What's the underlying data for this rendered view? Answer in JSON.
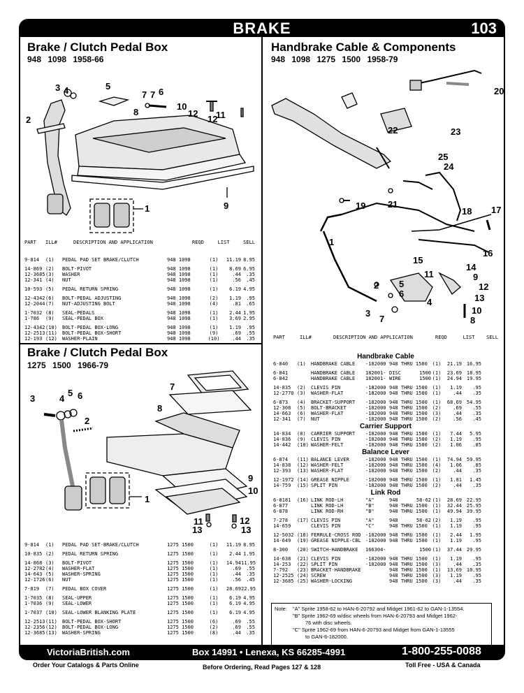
{
  "header": {
    "title": "BRAKE",
    "page_number": "103"
  },
  "sec1": {
    "title": "Brake / Clutch Pedal Box",
    "subtitle": "948  1098    1958-66",
    "callouts": [
      "1",
      "2",
      "3",
      "4",
      "5",
      "6",
      "7",
      "7",
      "8",
      "9",
      "10",
      "11",
      "12",
      "12"
    ],
    "columns": [
      "PART",
      "ILL#",
      "DESCRIPTION AND APPLICATION",
      "REQD",
      "LIST",
      "SELL"
    ],
    "rows": [
      [
        "9-814",
        "(1)",
        "PEDAL PAD SET BRAKE/CLUTCH",
        "948 1098",
        "(1)",
        "11.19",
        "8.95"
      ],
      null,
      [
        "14-869",
        "(2)",
        "BOLT-PIVOT",
        "948 1098",
        "(1)",
        "8.69",
        "6.95"
      ],
      [
        "12-3685",
        "(3)",
        "WASHER",
        "948 1098",
        "(1)",
        ".44",
        ".35"
      ],
      [
        "12-341",
        "(4)",
        "NUT",
        "948 1098",
        "(1)",
        ".56",
        ".45"
      ],
      null,
      [
        "10-593",
        "(5)",
        "PEDAL RETURN SPRING",
        "948 1098",
        "(1)",
        "6.19",
        "4.95"
      ],
      null,
      [
        "12-4342",
        "(6)",
        "BOLT-PEDAL ADJUSTING",
        "948 1098",
        "(2)",
        "1.19",
        ".95"
      ],
      [
        "12-2044",
        "(7)",
        "NUT-ADJUSTING BOLT",
        "948 1098",
        "(4)",
        ".81",
        ".65"
      ],
      null,
      [
        "1-7032",
        "(8)",
        "SEAL-PEDALS",
        "948 1098",
        "(1)",
        "2.44",
        "1.95"
      ],
      [
        "1-786",
        "(9)",
        "SEAL-PEDAL BOX",
        "948 1098",
        "(1)",
        "3.69",
        "2.95"
      ],
      null,
      [
        "12-4342",
        "(10)",
        "BOLT-PEDAL BOX-LONG",
        "948 1098",
        "(1)",
        "1.19",
        ".95"
      ],
      [
        "12-2513",
        "(11)",
        "BOLT-PEDAL BOX-SHORT",
        "948 1098",
        "(9)",
        ".69",
        ".55"
      ],
      [
        "12-193",
        "(12)",
        "WASHER-PLAIN",
        "948 1098",
        "(10)",
        ".44",
        ".35"
      ]
    ]
  },
  "sec2": {
    "title": "Brake / Clutch Pedal Box",
    "subtitle": "1275  1500    1966-79",
    "callouts": [
      "1",
      "2",
      "3",
      "4",
      "5",
      "6",
      "7",
      "8",
      "9",
      "10",
      "11",
      "12",
      "13",
      "13"
    ],
    "rows": [
      [
        "9-814",
        "(1)",
        "PEDAL PAD SET-BRAKE/CLUTCH",
        "1275 1500",
        "(1)",
        "11.19",
        "8.95"
      ],
      null,
      [
        "10-835",
        "(2)",
        "PEDAL RETURN SPRING",
        "1275 1500",
        "(1)",
        "2.44",
        "1.95"
      ],
      null,
      [
        "14-868",
        "(3)",
        "BOLT-PIVOT",
        "1275 1500",
        "(1)",
        "14.94",
        "11.95"
      ],
      [
        "12-2782",
        "(4)",
        "WASHER-FLAT",
        "1275 1500",
        "(1)",
        ".69",
        ".55"
      ],
      [
        "14-643",
        "(5)",
        "WASHER-SPRING",
        "1275 1500",
        "(1)",
        ".44",
        ".35"
      ],
      [
        "12-1726",
        "(6)",
        "NUT",
        "1275 1500",
        "(1)",
        ".56",
        ".45"
      ],
      null,
      [
        "7-819",
        "(7)",
        "PEDAL BOX COVER",
        "1275 1500",
        "(1)",
        "28.69",
        "22.95"
      ],
      null,
      [
        "1-7035",
        "(8)",
        "SEAL-UPPER",
        "1275 1500",
        "(1)",
        "6.19",
        "4.95"
      ],
      [
        "1-7036",
        "(9)",
        "SEAL-LOWER",
        "1275 1500",
        "(1)",
        "6.19",
        "4.95"
      ],
      null,
      [
        "1-7037",
        "(10)",
        "SEAL-LOWER BLANKING PLATE",
        "1275 1500",
        "(1)",
        "6.19",
        "4.95"
      ],
      null,
      [
        "12-2513",
        "(11)",
        "BOLT-PEDAL BOX-SHORT",
        "1275 1500",
        "(6)",
        ".69",
        ".55"
      ],
      [
        "12-2356",
        "(12)",
        "BOLT-PEDAL BOX-LONG",
        "1275 1500",
        "(2)",
        ".69",
        ".55"
      ],
      [
        "12-3685",
        "(13)",
        "WASHER-SPRING",
        "1275 1500",
        "(8)",
        ".44",
        ".35"
      ]
    ]
  },
  "sec3": {
    "title": "Handbrake Cable & Components",
    "subtitle": "948  1098  1275  1500    1958-79",
    "callouts": [
      "1",
      "2",
      "3",
      "4",
      "5",
      "6",
      "7",
      "8",
      "9",
      "10",
      "11",
      "12",
      "13",
      "14",
      "15",
      "16",
      "17",
      "18",
      "19",
      "20",
      "21",
      "22",
      "23",
      "24",
      "25"
    ],
    "columns": [
      "PART",
      "ILL#",
      "DESCRIPTION AND APPLICATION",
      "REQD",
      "LIST",
      "SELL"
    ],
    "groups": [
      {
        "title": "Handbrake Cable",
        "rows": [
          [
            "6-840",
            "(1)",
            "HANDBRAKE CABLE",
            "-182000",
            "948 THRU 1500",
            "(1)",
            "21.19",
            "16.95"
          ],
          null,
          [
            "6-841",
            "",
            "HANDBRAKE CABLE",
            "182001-",
            "DISC",
            "1500",
            "(1)",
            "23.69",
            "18.95"
          ],
          [
            "6-842",
            "",
            "HANDBRAKE CABLE",
            "182001-",
            "WIRE",
            "1500",
            "(1)",
            "24.94",
            "19.95"
          ],
          null,
          [
            "14-835",
            "(2)",
            "CLEVIS PIN",
            "-182000",
            "948 THRU 1500",
            "(1)",
            "1.19",
            ".95"
          ],
          [
            "12-2770",
            "(3)",
            "WASHER-FLAT",
            "-182000",
            "948 THRU 1500",
            "(1)",
            ".44",
            ".35"
          ],
          null,
          [
            "6-873",
            "(4)",
            "BRACKET-SUPPORT",
            "-182000",
            "948 THRU 1500",
            "(1)",
            "68.69",
            "54.95"
          ],
          [
            "12-308",
            "(5)",
            "BOLT-BRACKET",
            "-182000",
            "948 THRU 1500",
            "(2)",
            ".69",
            ".55"
          ],
          [
            "14-663",
            "(6)",
            "WASHER-FLAT",
            "-182000",
            "948 THRU 1500",
            "(3)",
            ".44",
            ".35"
          ],
          [
            "12-341",
            "(7)",
            "NUT",
            "-182000",
            "948 THRU 1500",
            "(2)",
            ".56",
            ".45"
          ]
        ]
      },
      {
        "title": "Carrier Support",
        "rows": [
          [
            "14-834",
            "(8)",
            "CARRIER SUPPORT",
            "-182000",
            "948 THRU 1500",
            "(1)",
            "7.44",
            "5.95"
          ],
          [
            "14-836",
            "(9)",
            "CLEVIS PIN",
            "-182000",
            "948 THRU 1500",
            "(2)",
            "1.19",
            ".95"
          ],
          [
            "14-442",
            "(10)",
            "WASHER-FELT",
            "-182000",
            "948 THRU 1500",
            "(2)",
            "1.06",
            ".85"
          ]
        ]
      },
      {
        "title": "Balance Lever",
        "rows": [
          [
            "6-874",
            "(11)",
            "BALANCE LEVER",
            "-182000",
            "948 THRU 1500",
            "(1)",
            "74.94",
            "59.95"
          ],
          [
            "14-838",
            "(12)",
            "WASHER-FELT",
            "-182000",
            "948 THRU 1500",
            "(4)",
            "1.06",
            ".85"
          ],
          [
            "12-393",
            "(13)",
            "WASHER-FLAT",
            "-182000",
            "948 THRU 1500",
            "(2)",
            ".44",
            ".35"
          ],
          null,
          [
            "12-1972",
            "(14)",
            "GREASE NIPPLE",
            "-182000",
            "948 THRU 1500",
            "(1)",
            "1.81",
            "1.45"
          ],
          [
            "14-759",
            "(15)",
            "SPLIT PIN",
            "-182000",
            "948 THRU 1500",
            "(2)",
            ".44",
            ".35"
          ]
        ]
      },
      {
        "title": "Link Rod",
        "rows": [
          [
            "6-8181",
            "(16)",
            "LINK ROD-LH",
            "\"A\"",
            "948",
            "58-62",
            "(1)",
            "28.69",
            "22.95"
          ],
          [
            "6-877",
            "",
            "LINK ROD-LH",
            "\"B\"",
            "948 THRU 1500",
            "(1)",
            "32.44",
            "25.95"
          ],
          [
            "6-878",
            "",
            "LINK ROD-RH",
            "\"B\"",
            "948 THRU 1500",
            "(1)",
            "49.94",
            "39.95"
          ],
          null,
          [
            "7-278",
            "(17)",
            "CLEVIS PIN",
            "\"A\"",
            "948",
            "58-62",
            "(2)",
            "1.19",
            ".95"
          ],
          [
            "14-659",
            "",
            "CLEVIS PIN",
            "\"C\"",
            "948 THRU 1500",
            "(1)",
            "1.19",
            ".95"
          ],
          null,
          [
            "12-5032",
            "(18)",
            "FERRULE-CROSS ROD",
            "-182000",
            "948 THRU 1500",
            "(1)",
            "2.44",
            "1.95"
          ],
          [
            "14-649",
            "(19)",
            "GREASE NIPPLE-CBL",
            "-182000",
            "948 THRU 1500",
            "(1)",
            "1.19",
            ".95"
          ],
          null,
          [
            "8-300",
            "(20)",
            "SWITCH-HANDBRAKE",
            "166304-",
            "",
            "1500",
            "(1)",
            "37.44",
            "29.95"
          ],
          null,
          [
            "14-638",
            "(21)",
            "CLEVIS PIN",
            "-182000",
            "948 THRU 1500",
            "(1)",
            "1.19",
            ".95"
          ],
          [
            "14-253",
            "(22)",
            "SPLIT PIN",
            "-182000",
            "948 THRU 1500",
            "(3)",
            ".44",
            ".35"
          ],
          [
            "7-792",
            "(23)",
            "BRACKET-HANDBRAKE",
            "",
            "948 THRU 1500",
            "(1)",
            "13.69",
            "10.95"
          ],
          [
            "12-2525",
            "(24)",
            "SCREW",
            "",
            "948 THRU 1500",
            "(3)",
            "1.19",
            ".95"
          ],
          [
            "12-3685",
            "(25)",
            "WASHER-LOCKING",
            "",
            "948 THRU 1500",
            "(3)",
            ".44",
            ".35"
          ]
        ]
      }
    ],
    "note": {
      "label": "Note:",
      "lines": [
        "\"A\"  Sprite 1958-62 to HAN-6-20792 and Midget 1961-62 to GAN-1-13554.",
        "\"B\"  Sprite 1962-69 w/disc wheels from HAN-6-20793 and Midget 1962-",
        "76 with disc wheels.",
        "\"C\"  Sprite 1962-69 from HAN-6-20793 and Midget from GAN-1-13555",
        "to GAN-6-182000."
      ]
    }
  },
  "footer": {
    "website": "VictoriaBritish.com",
    "address": "Box 14991 • Lenexa, KS  66285-4991",
    "phone": "1-800-255-0088",
    "left_note": "Order Your Catalogs & Parts Online",
    "center_note": "Before Ordering, Read Pages 127 & 128",
    "right_note": "Toll Free - USA & Canada"
  }
}
